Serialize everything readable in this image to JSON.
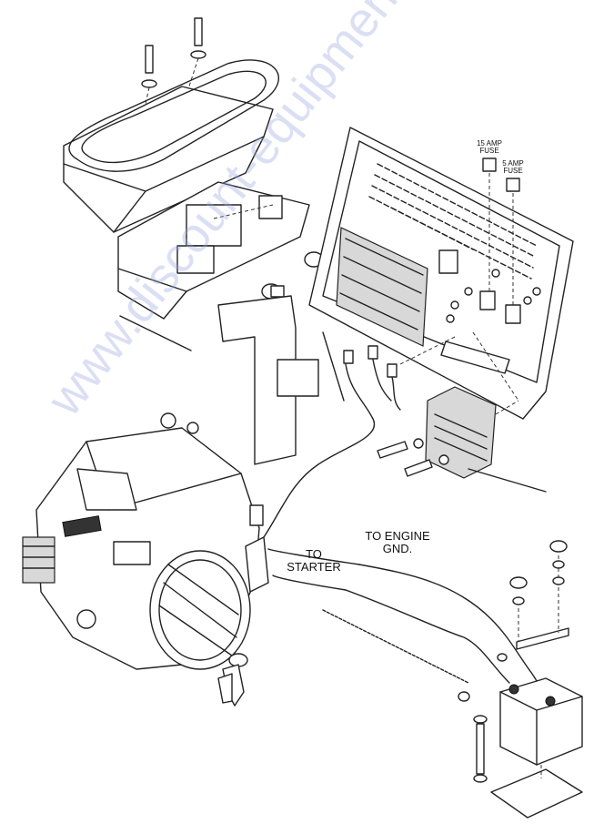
{
  "labels": {
    "engine_ground": "TO ENGINE\nGND.",
    "starter": "TO\nSTARTER",
    "fuse_15": "15 AMP\nFUSE",
    "fuse_5": "5 AMP\nFUSE"
  },
  "watermark": "www.discount-equipment.com",
  "colors": {
    "line": "#222222",
    "positive_cable": "#c0141c",
    "watermark": "#9aa6e0"
  }
}
